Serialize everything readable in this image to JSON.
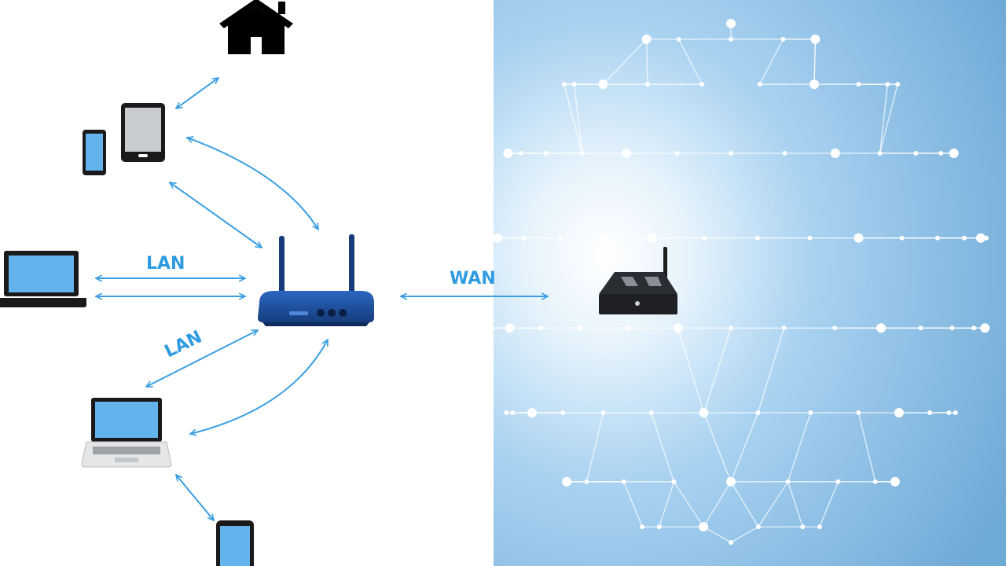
{
  "labels": {
    "lan_horizontal": "LAN",
    "lan_diagonal": "LAN",
    "wan": "WAN"
  },
  "colors": {
    "arrow": "#3a9fe0",
    "label": "#2f9be0",
    "router_body": "#1f4e9a",
    "screen": "#63b3ec",
    "device_frame": "#1a1a1a",
    "globe_bg": "#7fb6de",
    "globe_lines": "#ffffff"
  },
  "icons": [
    "house-icon",
    "tablet-icon",
    "phone-icon",
    "laptop-icon",
    "wifi-router-icon",
    "modem-icon",
    "globe-network-icon"
  ]
}
